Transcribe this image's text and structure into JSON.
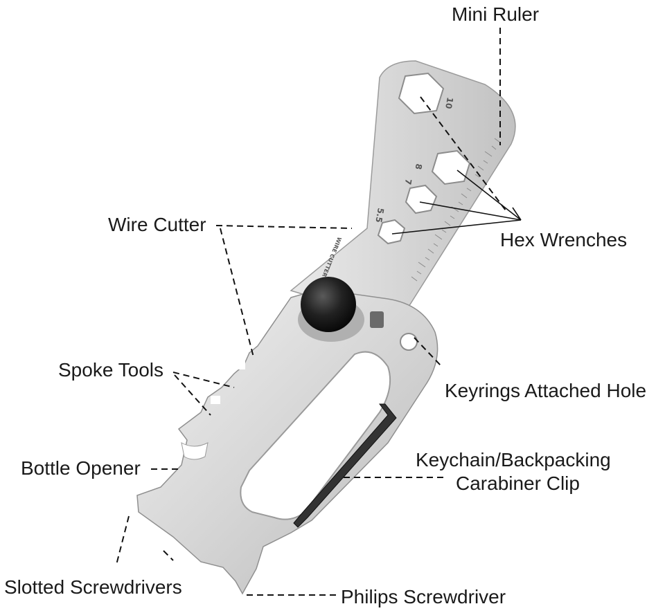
{
  "labels": {
    "mini_ruler": "Mini Ruler",
    "hex_wrenches": "Hex Wrenches",
    "wire_cutter": "Wire Cutter",
    "spoke_tools": "Spoke Tools",
    "keyrings_hole": "Keyrings Attached Hole",
    "bottle_opener": "Bottle Opener",
    "carabiner_line1": "Keychain/Backpacking",
    "carabiner_line2": "Carabiner Clip",
    "slotted_screwdrivers": "Slotted Screwdrivers",
    "philips_screwdriver": "Philips Screwdriver"
  },
  "engraving": {
    "size_10": "10",
    "size_8": "8",
    "size_7": "7",
    "size_5_5": "5.5",
    "wire_cutter": "WIRE CUTTER"
  },
  "colors": {
    "steel_light": "#e6e6e6",
    "steel_mid": "#c9c9c9",
    "steel_dark": "#9a9a9a",
    "knob": "#1d1d1d",
    "leader": "#111111"
  }
}
